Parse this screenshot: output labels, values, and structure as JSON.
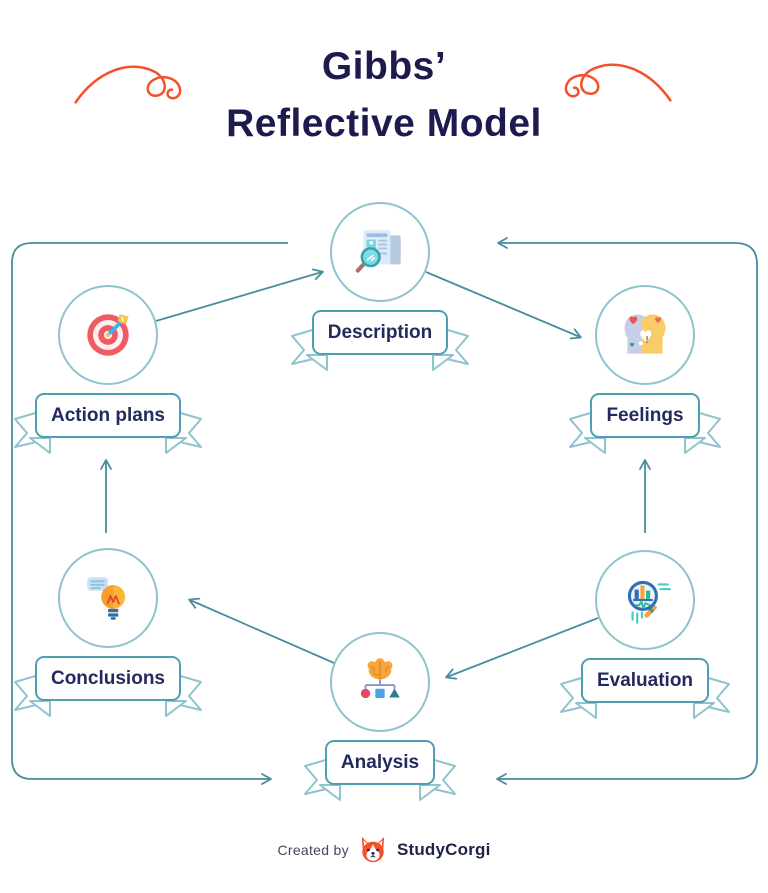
{
  "title": {
    "line1": "Gibbs’",
    "line2": "Reflective Model"
  },
  "diagram": {
    "type": "cycle",
    "stages": [
      {
        "id": "description",
        "label": "Description",
        "icon": "document-search-icon",
        "position": "top-center"
      },
      {
        "id": "feelings",
        "label": "Feelings",
        "icon": "heads-hearts-icon",
        "position": "top-right"
      },
      {
        "id": "evaluation",
        "label": "Evaluation",
        "icon": "chart-magnifier-icon",
        "position": "bottom-right"
      },
      {
        "id": "analysis",
        "label": "Analysis",
        "icon": "brain-mindmap-icon",
        "position": "bottom-center"
      },
      {
        "id": "conclusions",
        "label": "Conclusions",
        "icon": "lightbulb-speech-icon",
        "position": "bottom-left"
      },
      {
        "id": "action_plans",
        "label": "Action plans",
        "icon": "target-dart-icon",
        "position": "top-left"
      }
    ],
    "connections": [
      {
        "from": "action_plans",
        "to": "description"
      },
      {
        "from": "description",
        "to": "feelings"
      },
      {
        "from": "evaluation",
        "to": "feelings"
      },
      {
        "from": "evaluation",
        "to": "analysis"
      },
      {
        "from": "analysis",
        "to": "conclusions"
      },
      {
        "from": "conclusions",
        "to": "action_plans"
      },
      {
        "from": "outer-frame-left",
        "to": "analysis"
      },
      {
        "from": "outer-frame-right",
        "to": "analysis"
      },
      {
        "from": "outer-frame-right",
        "to": "description"
      }
    ]
  },
  "footer": {
    "created_by": "Created by",
    "brand": "StudyCorgi"
  },
  "colors": {
    "title_text": "#1d1b4e",
    "label_text": "#232a5e",
    "accent_orange": "#f4502a",
    "ribbon_border": "#4e9fb2",
    "ribbon_tail": "#8fc3ce",
    "arrow": "#4a8c9f"
  }
}
